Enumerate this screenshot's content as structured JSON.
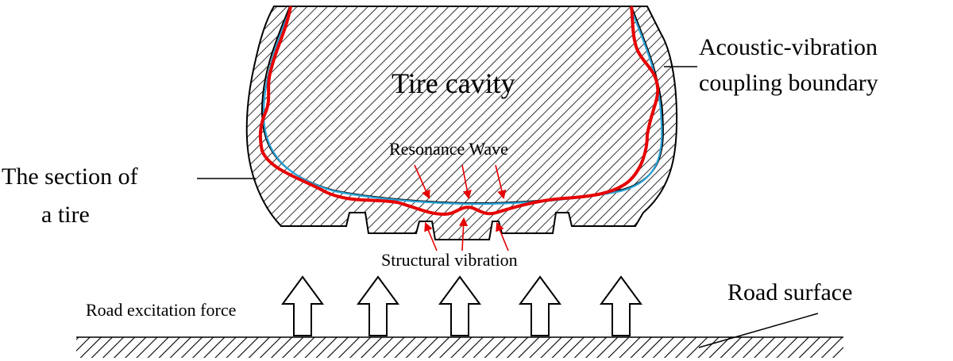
{
  "labels": {
    "tire_cavity": "Tire cavity",
    "coupling_line1": "Acoustic-vibration",
    "coupling_line2": "coupling boundary",
    "section_line1": "The section of",
    "section_line2": "a tire",
    "resonance_wave": "Resonance Wave",
    "structural_vibration": "Structural vibration",
    "road_surface": "Road surface",
    "road_excitation": "Road excitation force"
  },
  "colors": {
    "stroke": "#000000",
    "resonance": "#e60000",
    "coupling_boundary": "#2aa3d8",
    "arrow_fill": "#ffffff"
  }
}
